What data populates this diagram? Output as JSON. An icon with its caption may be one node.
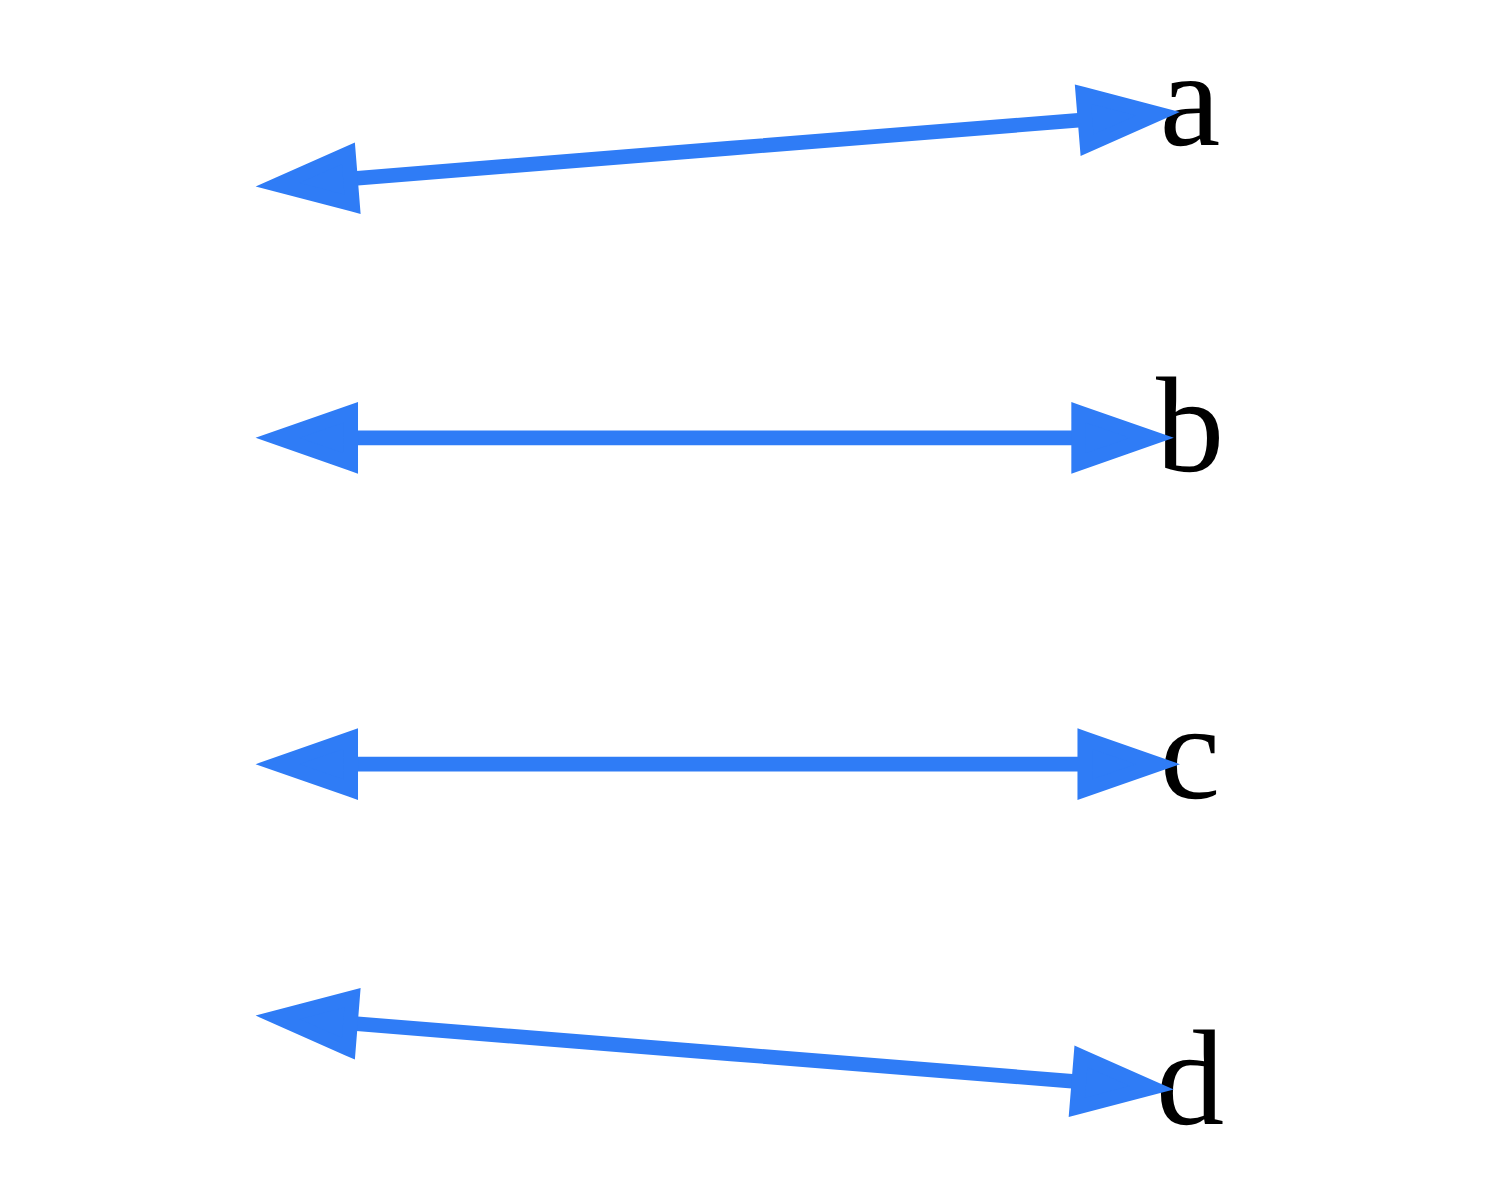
{
  "diagram": {
    "nodes": [
      {
        "text": [
          "a"
        ]
      },
      {
        "text": [
          "b"
        ]
      },
      {
        "text": [
          "c"
        ]
      },
      {
        "text": [
          "d"
        ]
      }
    ],
    "edges": [
      {
        "from": null,
        "to": 0,
        "arrow": "both"
      },
      {
        "from": null,
        "to": 1,
        "arrow": "both"
      },
      {
        "from": null,
        "to": 2,
        "arrow": "both"
      },
      {
        "from": null,
        "to": 3,
        "arrow": "both"
      }
    ]
  }
}
